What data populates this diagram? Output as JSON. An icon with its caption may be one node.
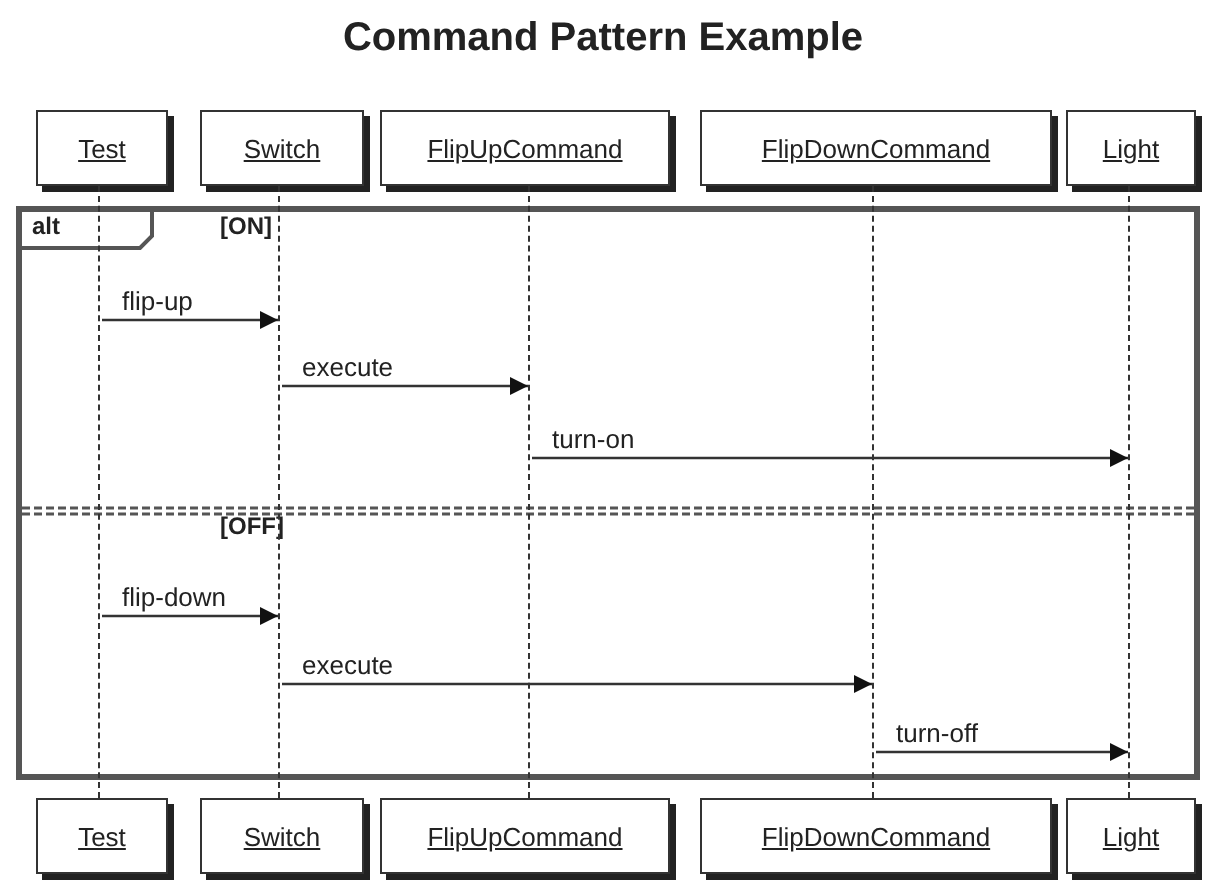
{
  "diagram": {
    "title": "Command Pattern Example",
    "nodes": [
      {
        "text": [
          "Test"
        ]
      },
      {
        "text": [
          "Switch"
        ]
      },
      {
        "text": [
          "FlipUpCommand"
        ]
      },
      {
        "text": [
          "FlipDownCommand"
        ]
      },
      {
        "text": [
          "Light"
        ]
      },
      {
        "text": [],
        "shape": "line"
      },
      {
        "text": [],
        "shape": "line"
      },
      {
        "text": [],
        "shape": "line"
      },
      {
        "text": [],
        "shape": "line"
      },
      {
        "text": [],
        "shape": "line"
      },
      {
        "text": [
          "Test"
        ]
      },
      {
        "text": [
          "Switch"
        ]
      },
      {
        "text": [
          "FlipUpCommand"
        ]
      },
      {
        "text": [
          "FlipDownCommand"
        ]
      },
      {
        "text": [
          "Light"
        ]
      }
    ],
    "edges": [
      {
        "from": 5,
        "to": 6,
        "arrow": "to",
        "label": "flip-up"
      },
      {
        "from": 6,
        "to": 7,
        "arrow": "to",
        "label": "execute"
      },
      {
        "from": 7,
        "to": 9,
        "arrow": "to",
        "label": "turn-on"
      },
      {
        "from": 5,
        "to": 6,
        "arrow": "to",
        "label": "flip-down"
      },
      {
        "from": 6,
        "to": 8,
        "arrow": "to",
        "label": "execute"
      },
      {
        "from": 8,
        "to": 9,
        "arrow": "to",
        "label": "turn-off"
      }
    ],
    "labels": [
      "alt",
      "[ON]",
      "[OFF]"
    ]
  }
}
